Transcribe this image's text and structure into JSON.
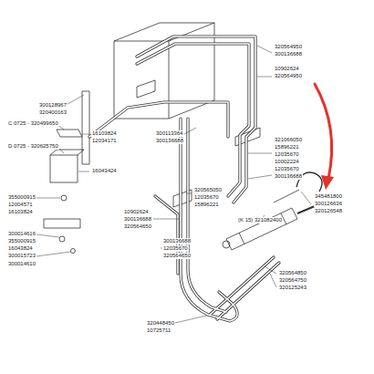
{
  "diagram": {
    "labels": [
      "300128967",
      "320400163",
      "C 0725 - 320499650",
      "D 0725 - 320625750",
      "16103824",
      "12034171",
      "16043424",
      "355000915",
      "12004571",
      "16103824",
      "300014616",
      "355000915",
      "16043824",
      "300015723",
      "300014610",
      "300113364",
      "300136688",
      "320564950",
      "300136688",
      "10902624",
      "320564950",
      "321066050",
      "15896221",
      "12035670",
      "10002224",
      "12035670",
      "300136688",
      "320565050",
      "12035670",
      "15896221",
      "10902624",
      "300136688",
      "320564650",
      "300136688",
      "12035670",
      "320564650",
      "320564850",
      "320564750",
      "320125243",
      "320448450",
      "10725711",
      "(K 15) 321082400",
      "345481800",
      "300126636",
      "320126548"
    ]
  }
}
